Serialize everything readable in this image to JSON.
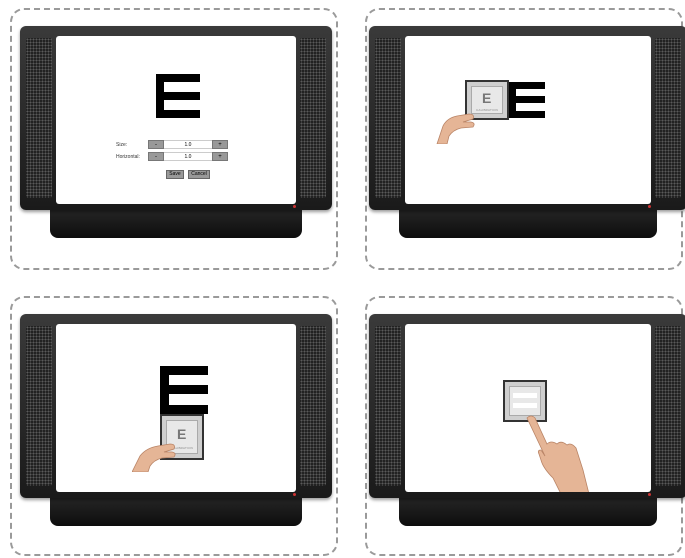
{
  "panel1": {
    "letter": "E",
    "size_label": "Size:",
    "size_minus": "-",
    "size_value": "1.0",
    "size_plus": "+",
    "horizontal_label": "Horizontal:",
    "horizontal_minus": "-",
    "horizontal_value": "1.0",
    "horizontal_plus": "+",
    "save_label": "Save",
    "cancel_label": "Cancel"
  },
  "panel2": {
    "card_letter": "E",
    "card_caption": "CALIBRATION"
  },
  "panel3": {
    "card_letter": "E",
    "card_caption": "CALIBRATION"
  },
  "colors": {
    "background": "#ffffff",
    "bezel": "#2a2a2a",
    "letter": "#000000",
    "button": "#999999",
    "card": "#cfcfcf"
  }
}
